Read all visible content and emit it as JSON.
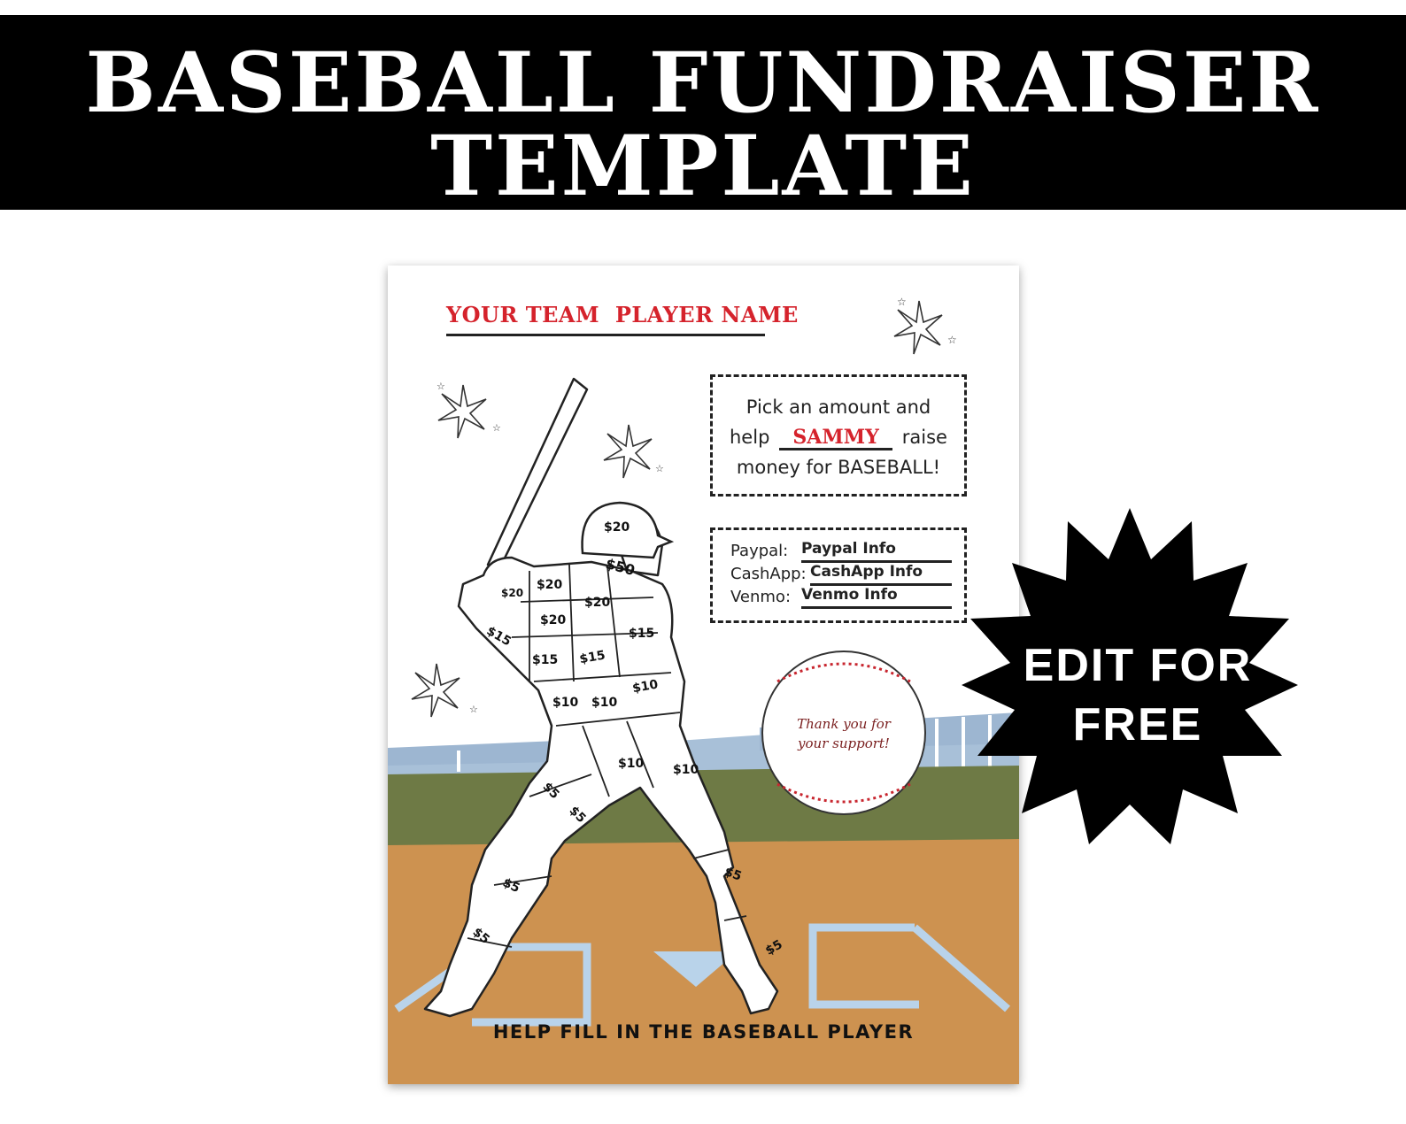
{
  "banner": {
    "line1": "BASEBALL FUNDRAISER",
    "line2": "TEMPLATE"
  },
  "flyer": {
    "team_title": "YOUR TEAM  PLAYER NAME",
    "pick": {
      "line1": "Pick an amount and",
      "help_word": "help",
      "name": "SAMMY",
      "raise_word": "raise",
      "line3": "money for BASEBALL!"
    },
    "payments": [
      {
        "label": "Paypal:",
        "value": "Paypal Info"
      },
      {
        "label": "CashApp:",
        "value": "CashApp Info"
      },
      {
        "label": "Venmo:",
        "value": "Venmo Info"
      }
    ],
    "ball_message": [
      "Thank you for",
      "your support!"
    ],
    "amounts": [
      "$20",
      "$50",
      "$20",
      "$20",
      "$20",
      "$20",
      "$15",
      "$15",
      "$15",
      "$15",
      "$10",
      "$10",
      "$10",
      "$10",
      "$10",
      "$5",
      "$5",
      "$5",
      "$5",
      "$5",
      "$5"
    ],
    "footer": "HELP FILL IN THE BASEBALL PLAYER"
  },
  "badge": {
    "line1": "EDIT FOR",
    "line2": "FREE"
  }
}
